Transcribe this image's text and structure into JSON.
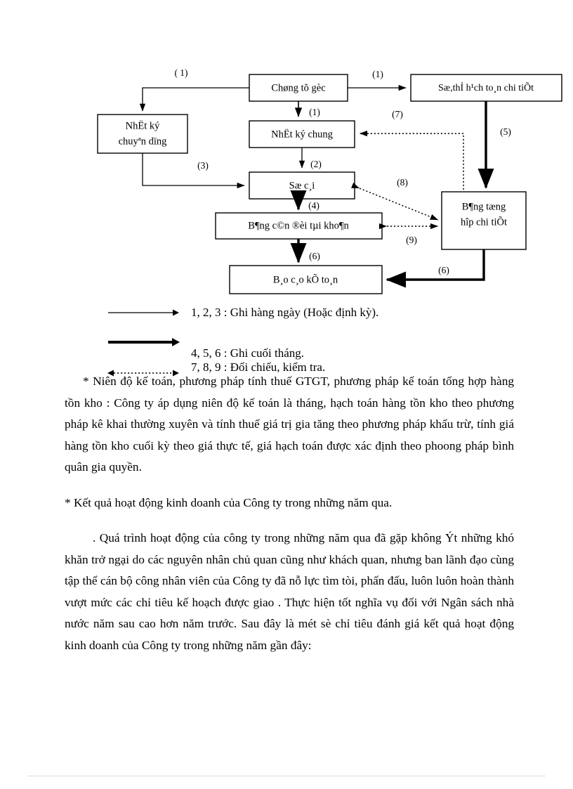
{
  "document": {
    "language": "vi",
    "note": "Legacy TCVN3-encoded Vietnamese text rendered with mojibake glyphs"
  },
  "diagram": {
    "title": "So do ke toan Nhat ky chung",
    "boxes": [
      {
        "id": "chung-tu-goc",
        "label_line1": "Chøng tõ gèc",
        "label_line2": ""
      },
      {
        "id": "nhat-ky-chuyen-dung",
        "label_line1": "NhËt ký",
        "label_line2": "chuyªn dïng"
      },
      {
        "id": "so-the-hach-toan",
        "label_line1": "Sæ,thỈ h¹ch to¸n chi tiÕt",
        "label_line2": ""
      },
      {
        "id": "nhat-ky-chung",
        "label_line1": "NhËt ký chung",
        "label_line2": ""
      },
      {
        "id": "so-cai",
        "label_line1": "Sæ c¸i",
        "label_line2": ""
      },
      {
        "id": "bang-can-doi",
        "label_line1": "B¶ng c©n ®èi tµi kho¶n",
        "label_line2": ""
      },
      {
        "id": "bang-tong-hop",
        "label_line1": "B¶ng tæng",
        "label_line2": "hîp chi tiÕt"
      },
      {
        "id": "bao-cao-ke-toan",
        "label_line1": "B¸o c¸o kÕ to¸n",
        "label_line2": ""
      }
    ],
    "flow_numbers": {
      "n1_left": "( 1)",
      "n1_right": "(1)",
      "n1_mid": "(1)",
      "n2": "(2)",
      "n3": "(3)",
      "n4": "(4)",
      "n5": "(5)",
      "n6_mid": "(6)",
      "n6_right": "(6)",
      "n7": "(7)",
      "n8": "(8)",
      "n9": "(9)"
    }
  },
  "legend": {
    "items": [
      {
        "arrow": "thin-solid-arrow",
        "text": "1, 2, 3 : Ghi hàng ngày (Hoặc định kỳ)."
      },
      {
        "arrow": "thick-solid-arrow",
        "text": "4, 5, 6 : Ghi cuối tháng."
      },
      {
        "arrow": "dotted-double-arrow",
        "text": "7, 8, 9 : Đối chiếu, kiểm tra."
      }
    ]
  },
  "body": {
    "paragraph_1": "* Niên độ kế toán, phương pháp tính thuế GTGT, phương pháp kế toán tổng hợp hàng tồn kho : Công ty áp dụng niên độ kế toán là tháng, hạch toán hàng tồn kho theo phương pháp kê khai thường xuyên và tính thuế giá trị gia tăng theo phương pháp khấu trừ, tính giá hàng tồn kho cuối kỳ theo giá thực tế, giá hạch toán được xác định theo phoong pháp bình quân gia  quyền.",
    "paragraph_2": "* Kết quả hoạt động kinh doanh của Công ty trong những năm qua.",
    "paragraph_3": ". Quá trình hoạt động của công ty trong những năm qua đã gặp không Ýt những khó khăn trở ngại do các nguyên nhân chủ quan cũng như khách quan, nhưng ban lãnh đạo cùng tập thể cán bộ công nhân viên của Công ty đã nỗ lực tìm tòi, phấn đấu, luôn luôn hoàn thành vượt mức các chỉ tiêu kế hoạch được giao . Thực hiện tốt nghĩa vụ đối với Ngân sách nhà nước năm sau cao hơn năm trước. Sau đây là mét sè chỉ tiêu đánh giá kết quả hoạt động kinh doanh của Công ty trong những năm gần đây:"
  }
}
